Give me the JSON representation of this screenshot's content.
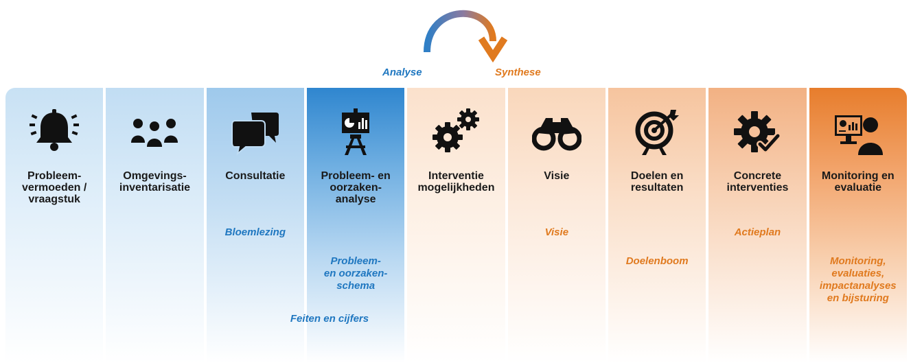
{
  "header": {
    "cycle_icon": "curved-arrow-icon",
    "phase_analyse": "Analyse",
    "phase_synthese": "Synthese"
  },
  "colors": {
    "analyse": "#1f77c0",
    "synthese": "#e07a1f",
    "icon": "#111111"
  },
  "steps": [
    {
      "title": "Probleem-\nvermoeden /\nvraagstuk",
      "icon": "bell-icon",
      "deliverable": ""
    },
    {
      "title": "Omgevings-\ninventarisatie",
      "icon": "people-icon",
      "deliverable": ""
    },
    {
      "title": "Consultatie",
      "icon": "chat-bubbles-icon",
      "deliverable": "Bloemlezing"
    },
    {
      "title": "Probleem- en\noorzaken-\nanalyse",
      "icon": "presentation-board-icon",
      "deliverable": "Probleem-\nen oorzaken-\nschema"
    },
    {
      "title": "Interventie\nmogelijkheden",
      "icon": "gears-icon",
      "deliverable": ""
    },
    {
      "title": "Visie",
      "icon": "binoculars-icon",
      "deliverable": "Visie"
    },
    {
      "title": "Doelen en\nresultaten",
      "icon": "target-icon",
      "deliverable": "Doelenboom"
    },
    {
      "title": "Concrete\ninterventies",
      "icon": "gear-check-icon",
      "deliverable": "Actieplan"
    },
    {
      "title": "Monitoring en\nevaluatie",
      "icon": "monitor-person-icon",
      "deliverable": "Monitoring,\nevaluaties,\nimpactanalyses\nen bijsturing"
    }
  ],
  "facts_label": "Feiten en cijfers"
}
